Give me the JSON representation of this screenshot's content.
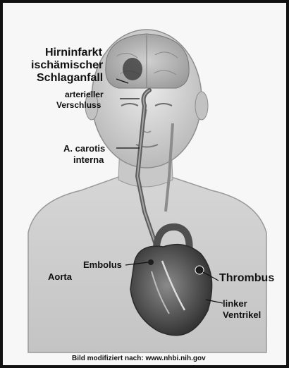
{
  "labels": {
    "brain_infarct_line1": "Hirninfarkt",
    "brain_infarct_line2": "ischämischer",
    "brain_infarct_line3": "Schlaganfall",
    "occlusion_line1": "arterieller",
    "occlusion_line2": "Verschluss",
    "carotid_line1": "A. carotis",
    "carotid_line2": "interna",
    "embolus": "Embolus",
    "aorta": "Aorta",
    "thrombus": "Thrombus",
    "ventricle_line1": "linker",
    "ventricle_line2": "Ventrikel"
  },
  "credit": "Bild modifiziert nach: www.nhbi.nih.gov",
  "colors": {
    "frame": "#111111",
    "background": "#f7f7f7",
    "skin": "#d9d9d9",
    "artery": "#6f6f6f",
    "heart": "#4a4a4a"
  }
}
